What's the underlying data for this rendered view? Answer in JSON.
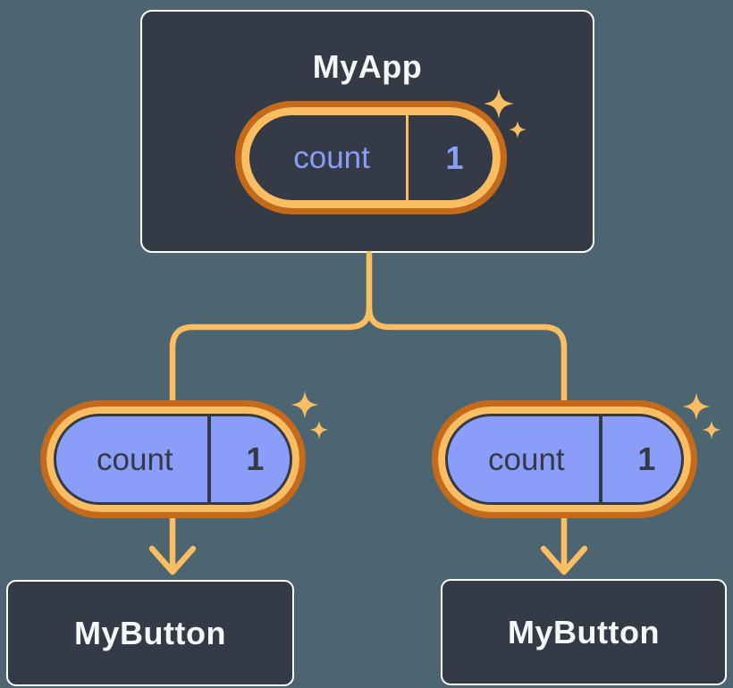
{
  "colors": {
    "page-bg": "#4C6571",
    "node-bg": "#343A46",
    "node-border": "#FFFFFF",
    "node-text": "#F6F7F9",
    "orange-dark": "#C56A1B",
    "orange-light": "#FABD62",
    "periwinkle": "#8A9DF8",
    "ink": "#333A45"
  },
  "tree": {
    "root": {
      "title": "MyApp",
      "state": {
        "name": "count",
        "value": "1"
      }
    },
    "children": [
      {
        "title": "MyButton",
        "state": {
          "name": "count",
          "value": "1"
        }
      },
      {
        "title": "MyButton",
        "state": {
          "name": "count",
          "value": "1"
        }
      }
    ]
  }
}
